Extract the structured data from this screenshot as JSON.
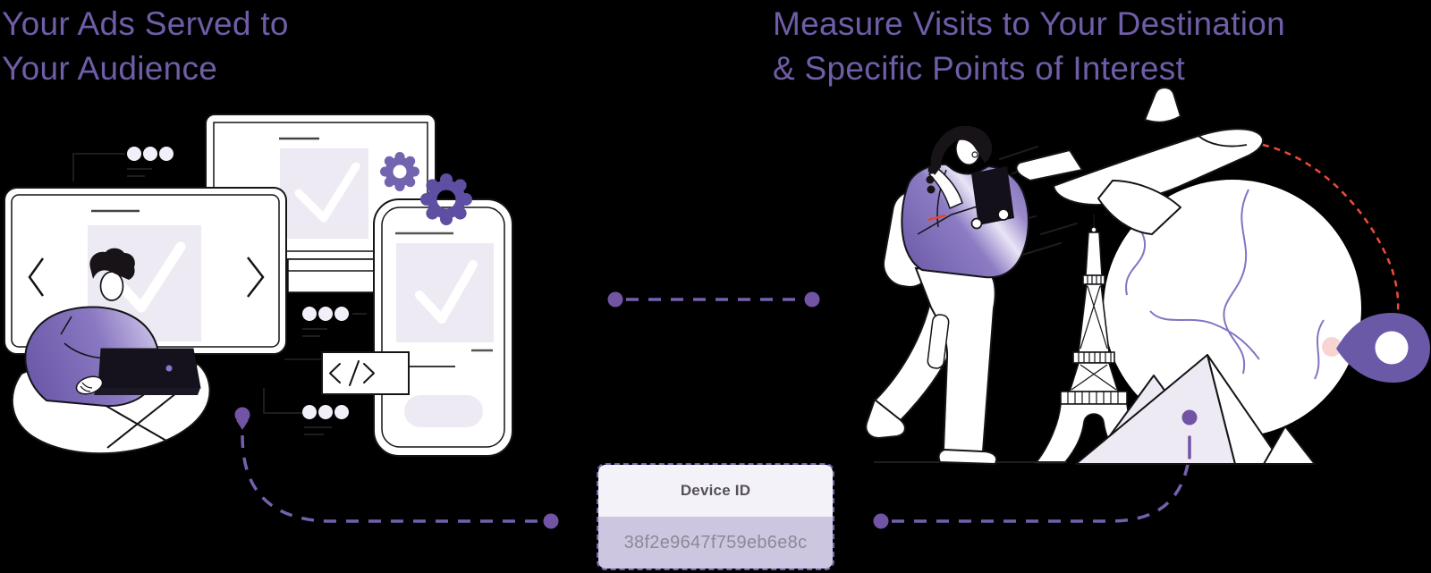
{
  "headings": {
    "left": {
      "line1": "Your Ads Served to",
      "line2": "Your Audience"
    },
    "right": {
      "line1": "Measure Visits to Your Destination",
      "line2": "& Specific Points of Interest"
    }
  },
  "device_id_card": {
    "label": "Device ID",
    "value": "38f2e9647f759eb6e8c"
  },
  "icons": {
    "left_scene": [
      "browser-window-dots",
      "desktop-monitor",
      "ad-carousel-panel",
      "checkmark-ad",
      "person-with-laptop",
      "smartphone",
      "gears",
      "code-snippet"
    ],
    "connectors": [
      "device-id-flow-left",
      "device-id-flow-middle",
      "device-id-flow-right"
    ],
    "right_scene": [
      "traveler-with-phone",
      "airplane",
      "globe",
      "flight-path",
      "eiffel-tower",
      "pyramids",
      "location-pin",
      "destination-dot"
    ]
  },
  "colors": {
    "background": "#000000",
    "heading": "#6F5DA7",
    "accent_purple": "#7254A4",
    "lavender": "#EDEAF4",
    "card_header_bg": "#F4F2F9",
    "card_body_bg": "#CDC6E1",
    "card_label_text": "#56505A",
    "card_value_text": "#8D8996",
    "connector": "#7560AE",
    "flight_path_red": "#EE4A3C",
    "pink_dot": "#F6D5D3"
  }
}
